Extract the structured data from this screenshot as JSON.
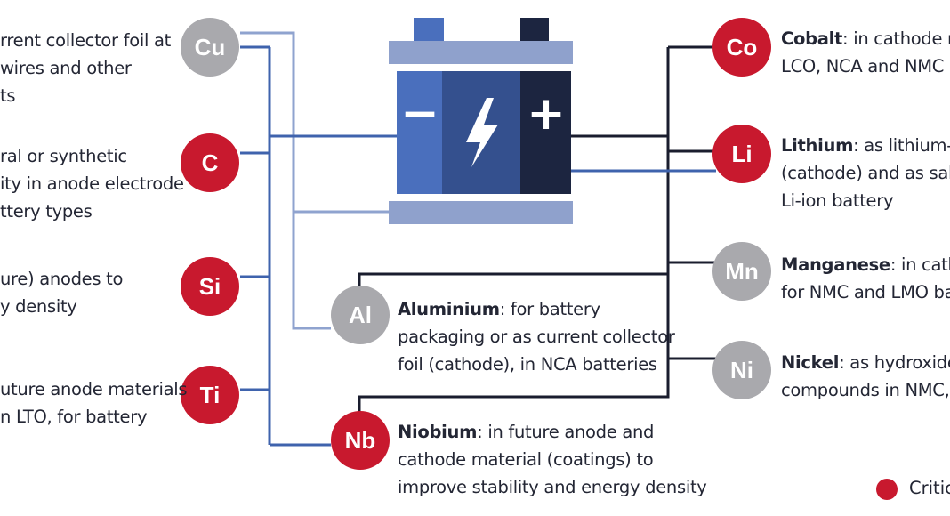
{
  "battery": {
    "minus_symbol": "−",
    "plus_symbol": "+"
  },
  "colors": {
    "critical": "#c8192e",
    "non_critical": "#a9a9ad",
    "anode_line": "#3f63ad",
    "cathode_line": "#1a1d2e"
  },
  "elements": {
    "cu": {
      "symbol": "Cu",
      "lines": [
        "rrent collector foil at",
        "wires and other",
        "ts"
      ]
    },
    "c": {
      "symbol": "C",
      "lines": [
        "ral or synthetic",
        "ity in anode electrode",
        "ttery types"
      ]
    },
    "si": {
      "symbol": "Si",
      "lines": [
        "ure) anodes to",
        "y density"
      ]
    },
    "ti": {
      "symbol": "Ti",
      "lines": [
        "uture anode materials",
        "n LTO, for battery"
      ]
    },
    "al": {
      "symbol": "Al",
      "name": "Aluminium",
      "lines": [
        ": for battery",
        "packaging or as current collector",
        "foil (cathode), in NCA batteries"
      ]
    },
    "nb": {
      "symbol": "Nb",
      "name": "Niobium",
      "lines": [
        ": in future anode and",
        "cathode material (coatings) to",
        "improve stability and energy density"
      ]
    },
    "co": {
      "symbol": "Co",
      "name": "Cobalt",
      "lines": [
        ": in cathode ma",
        "LCO, NCA and NMC ba"
      ]
    },
    "li": {
      "symbol": "Li",
      "name": "Lithium",
      "lines": [
        ": as lithium-co",
        "(cathode) and as salt",
        "Li-ion battery"
      ]
    },
    "mn": {
      "symbol": "Mn",
      "name": "Manganese",
      "lines": [
        ": in catho",
        "for NMC and LMO ba"
      ]
    },
    "ni": {
      "symbol": "Ni",
      "name": "Nickel",
      "lines": [
        ": as hydroxide o",
        "compounds in NMC, N"
      ]
    }
  },
  "legend": {
    "critical_label": "Critica"
  }
}
